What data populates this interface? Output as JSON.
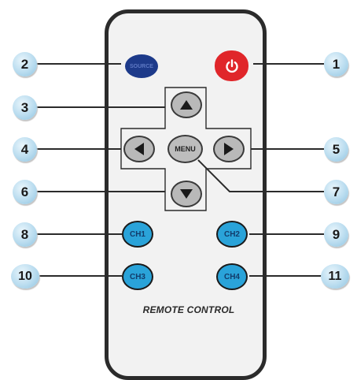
{
  "remote": {
    "label": "REMOTE CONTROL",
    "body_color": "#f2f2f2",
    "outline_color": "#2b2b2b"
  },
  "buttons": {
    "source": {
      "label": "SOURCE",
      "icon": "source-icon",
      "color": "#1d3a8a"
    },
    "power": {
      "label": "",
      "icon": "power-icon",
      "color": "#e0262a"
    },
    "up": {
      "label": "",
      "icon": "up-arrow-icon",
      "color": "#b9b9b9"
    },
    "left": {
      "label": "",
      "icon": "left-arrow-icon",
      "color": "#b9b9b9"
    },
    "right": {
      "label": "",
      "icon": "right-arrow-icon",
      "color": "#b9b9b9"
    },
    "down": {
      "label": "",
      "icon": "down-arrow-icon",
      "color": "#b9b9b9"
    },
    "menu": {
      "label": "MENU",
      "color": "#bdbdbd"
    },
    "ch1": {
      "label": "CH1",
      "color": "#2aa3d9"
    },
    "ch2": {
      "label": "CH2",
      "color": "#2aa3d9"
    },
    "ch3": {
      "label": "CH3",
      "color": "#2aa3d9"
    },
    "ch4": {
      "label": "CH4",
      "color": "#2aa3d9"
    }
  },
  "callouts": {
    "c1": "1",
    "c2": "2",
    "c3": "3",
    "c4": "4",
    "c5": "5",
    "c6": "6",
    "c7": "7",
    "c8": "8",
    "c9": "9",
    "c10": "10",
    "c11": "11"
  },
  "callout_color": "#b9dcef"
}
